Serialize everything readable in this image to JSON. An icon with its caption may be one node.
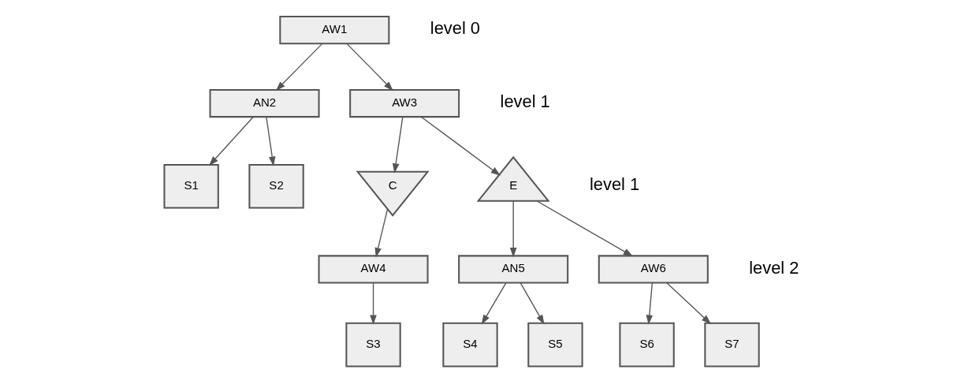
{
  "diagram": {
    "nodes": [
      {
        "text": [
          "AW1"
        ]
      },
      {
        "text": [
          "AN2"
        ]
      },
      {
        "text": [
          "AW3"
        ]
      },
      {
        "text": [
          "S1"
        ]
      },
      {
        "text": [
          "S2"
        ]
      },
      {
        "text": [
          "C"
        ]
      },
      {
        "text": [
          "E"
        ]
      },
      {
        "text": [
          "AW4"
        ]
      },
      {
        "text": [
          "AN5"
        ]
      },
      {
        "text": [
          "AW6"
        ]
      },
      {
        "text": [
          "S3"
        ]
      },
      {
        "text": [
          "S4"
        ]
      },
      {
        "text": [
          "S5"
        ]
      },
      {
        "text": [
          "S6"
        ]
      },
      {
        "text": [
          "S7"
        ]
      }
    ],
    "edges": [
      {
        "from": 0,
        "to": 1,
        "arrow": "to"
      },
      {
        "from": 0,
        "to": 2,
        "arrow": "to"
      },
      {
        "from": 1,
        "to": 3,
        "arrow": "to"
      },
      {
        "from": 1,
        "to": 4,
        "arrow": "to"
      },
      {
        "from": 2,
        "to": 5,
        "arrow": "to"
      },
      {
        "from": 2,
        "to": 6,
        "arrow": "to"
      },
      {
        "from": 5,
        "to": 7,
        "arrow": "to"
      },
      {
        "from": 6,
        "to": 8,
        "arrow": "to"
      },
      {
        "from": 6,
        "to": 9,
        "arrow": "to"
      },
      {
        "from": 7,
        "to": 10,
        "arrow": "to"
      },
      {
        "from": 8,
        "to": 11,
        "arrow": "to"
      },
      {
        "from": 8,
        "to": 12,
        "arrow": "to"
      },
      {
        "from": 9,
        "to": 13,
        "arrow": "to"
      },
      {
        "from": 9,
        "to": 14,
        "arrow": "to"
      }
    ],
    "labels": [
      "level 0",
      "level 1",
      "level 1",
      "level 2"
    ]
  }
}
